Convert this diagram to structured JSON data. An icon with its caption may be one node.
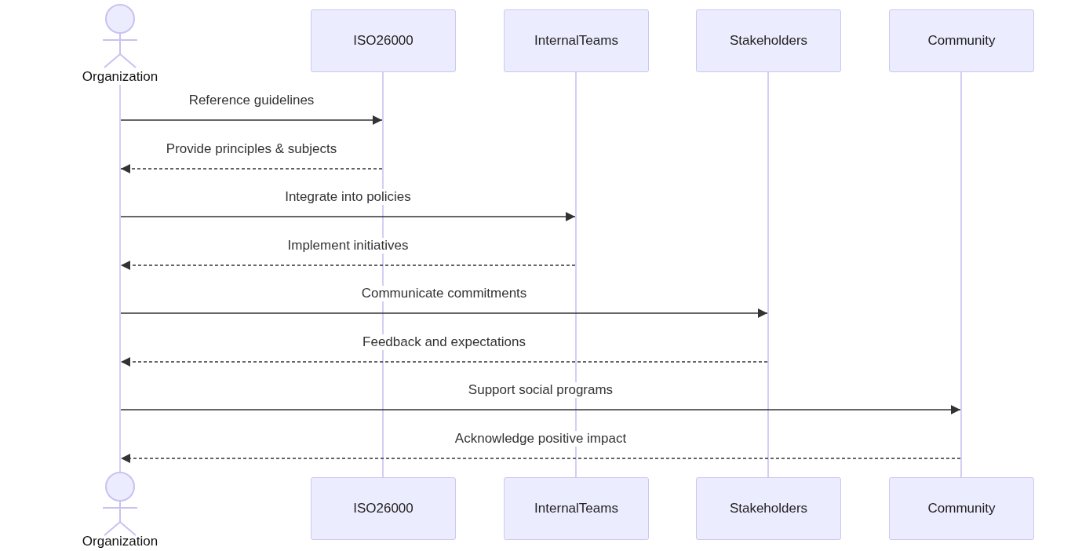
{
  "diagram": {
    "nodes": [
      {
        "text": [
          "Organization"
        ]
      },
      {
        "text": [
          "ISO26000"
        ]
      },
      {
        "text": [
          "InternalTeams"
        ]
      },
      {
        "text": [
          "Stakeholders"
        ]
      },
      {
        "text": [
          "Community"
        ]
      },
      {
        "text": [
          "Organization"
        ]
      },
      {
        "text": [
          "ISO26000"
        ]
      },
      {
        "text": [
          "InternalTeams"
        ]
      },
      {
        "text": [
          "Stakeholders"
        ]
      },
      {
        "text": [
          "Community"
        ]
      },
      {
        "text": [],
        "shape": "bar"
      },
      {
        "text": [],
        "shape": "bar"
      },
      {
        "text": [],
        "shape": "bar"
      },
      {
        "text": [],
        "shape": "bar"
      },
      {
        "text": [],
        "shape": "bar"
      }
    ],
    "edges": [
      {
        "from": 10,
        "to": 11,
        "arrow": "to",
        "label": "Reference guidelines"
      },
      {
        "from": 11,
        "to": 10,
        "arrow": "to",
        "label": "Provide principles & subjects",
        "style": "dashed"
      },
      {
        "from": 10,
        "to": 12,
        "arrow": "to",
        "label": "Integrate into policies"
      },
      {
        "from": 12,
        "to": 10,
        "arrow": "to",
        "label": "Implement initiatives",
        "style": "dashed"
      },
      {
        "from": 10,
        "to": 13,
        "arrow": "to",
        "label": "Communicate commitments"
      },
      {
        "from": 13,
        "to": 10,
        "arrow": "to",
        "label": "Feedback and expectations",
        "style": "dashed"
      },
      {
        "from": 10,
        "to": 14,
        "arrow": "to",
        "label": "Support social programs"
      },
      {
        "from": 14,
        "to": 10,
        "arrow": "to",
        "label": "Acknowledge positive impact",
        "style": "dashed"
      }
    ]
  }
}
